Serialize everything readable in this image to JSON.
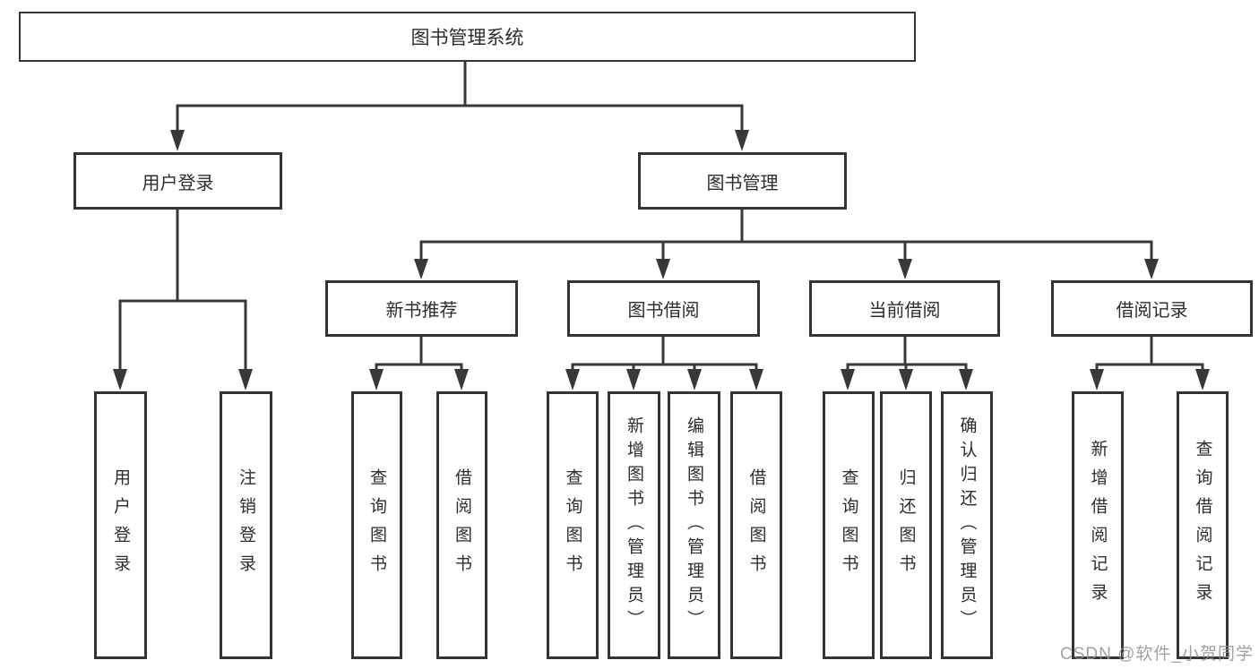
{
  "watermark": {
    "text": "CSDN @软件_小贺同学"
  },
  "colors": {
    "line": "#383838",
    "box_border": "#343434",
    "text": "#2d2d2d",
    "watermark": "#919191",
    "background": "#ffffff"
  },
  "diagram": {
    "type": "tree",
    "root": {
      "label": "图书管理系统",
      "children": [
        {
          "label": "用户登录",
          "children": [
            {
              "label": "用户登录"
            },
            {
              "label": "注销登录"
            }
          ]
        },
        {
          "label": "图书管理",
          "children": [
            {
              "label": "新书推荐",
              "children": [
                {
                  "label": "查询图书"
                },
                {
                  "label": "借阅图书"
                }
              ]
            },
            {
              "label": "图书借阅",
              "children": [
                {
                  "label": "查询图书"
                },
                {
                  "label": "新增图书（管理员）"
                },
                {
                  "label": "编辑图书（管理员）"
                },
                {
                  "label": "借阅图书"
                }
              ]
            },
            {
              "label": "当前借阅",
              "children": [
                {
                  "label": "查询图书"
                },
                {
                  "label": "归还图书"
                },
                {
                  "label": "确认归还（管理员）"
                }
              ]
            },
            {
              "label": "借阅记录",
              "children": [
                {
                  "label": "新增借阅记录"
                },
                {
                  "label": "查询借阅记录"
                }
              ]
            }
          ]
        }
      ]
    }
  }
}
